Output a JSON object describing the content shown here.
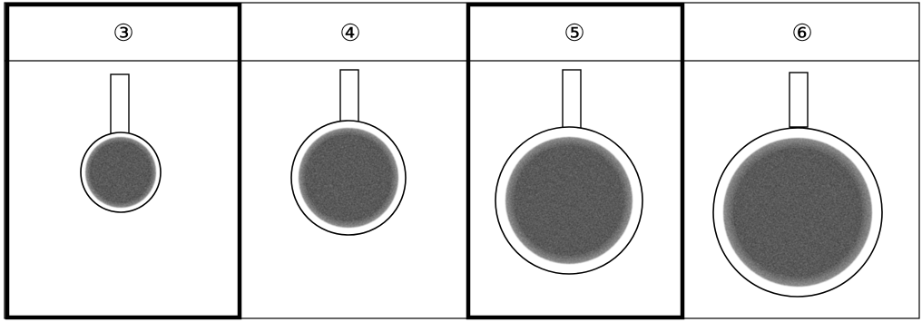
{
  "panels": [
    {
      "label": "③",
      "bold_border": true
    },
    {
      "label": "④",
      "bold_border": false
    },
    {
      "label": "⑤",
      "bold_border": true
    },
    {
      "label": "⑥",
      "bold_border": false
    }
  ]
}
